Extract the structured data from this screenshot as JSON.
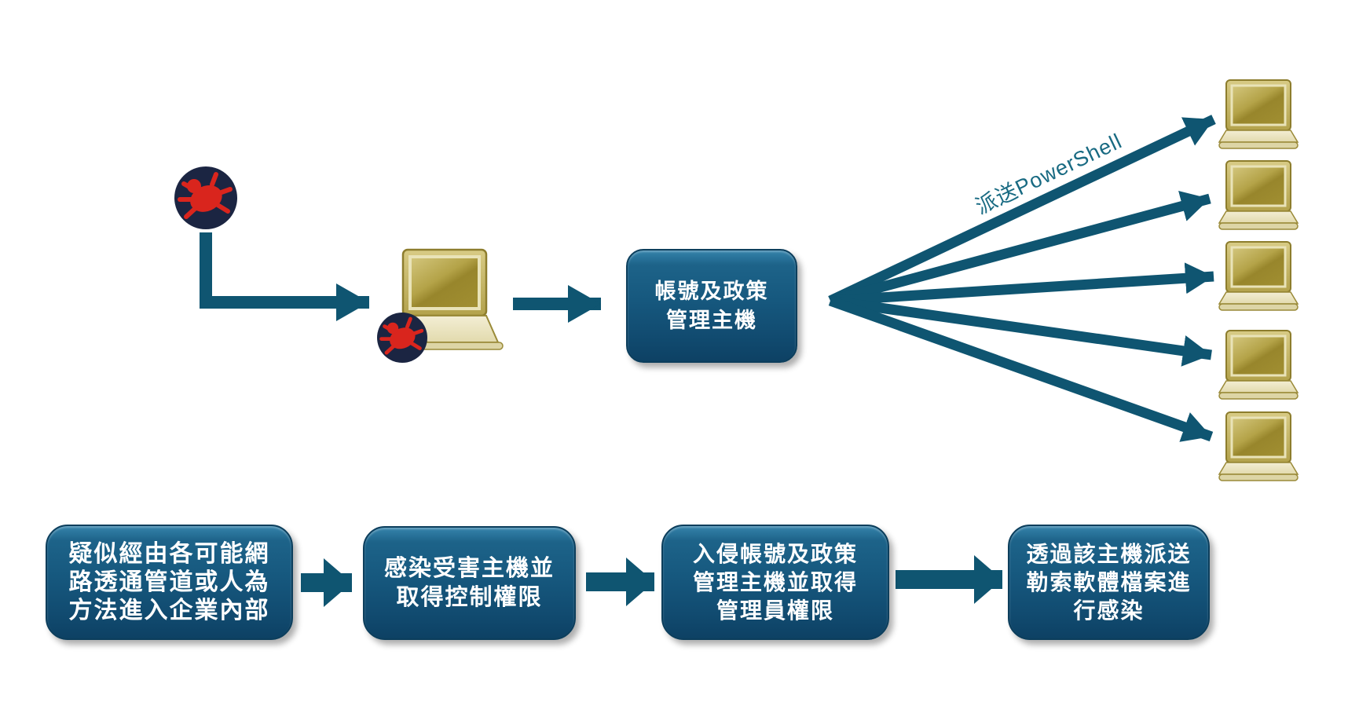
{
  "diagram": {
    "title_implicit": "",
    "top_flow": {
      "central_box": {
        "line1": "帳號及政策",
        "line2": "管理主機"
      },
      "dispatch_label": "派送PowerShell",
      "target_laptop_count": "5"
    },
    "bottom_flow": {
      "steps": [
        {
          "lines": [
            "疑似經由各可能網",
            "路透通管道或人為",
            "方法進入企業內部"
          ]
        },
        {
          "lines": [
            "感染受害主機並",
            "取得控制權限"
          ]
        },
        {
          "lines": [
            "入侵帳號及政策",
            "管理主機並取得",
            "管理員權限"
          ]
        },
        {
          "lines": [
            "透過該主機派送",
            "勒索軟體檔案進",
            "行感染"
          ]
        }
      ]
    },
    "colors": {
      "arrow": "#0F5571",
      "box_gradient_top": "#3583AB",
      "box_gradient_bottom": "#0D4164",
      "bug_red": "#D9251D",
      "bug_navy": "#1B2542",
      "laptop_gold": "#B4A348",
      "label_teal": "#186A82"
    }
  }
}
